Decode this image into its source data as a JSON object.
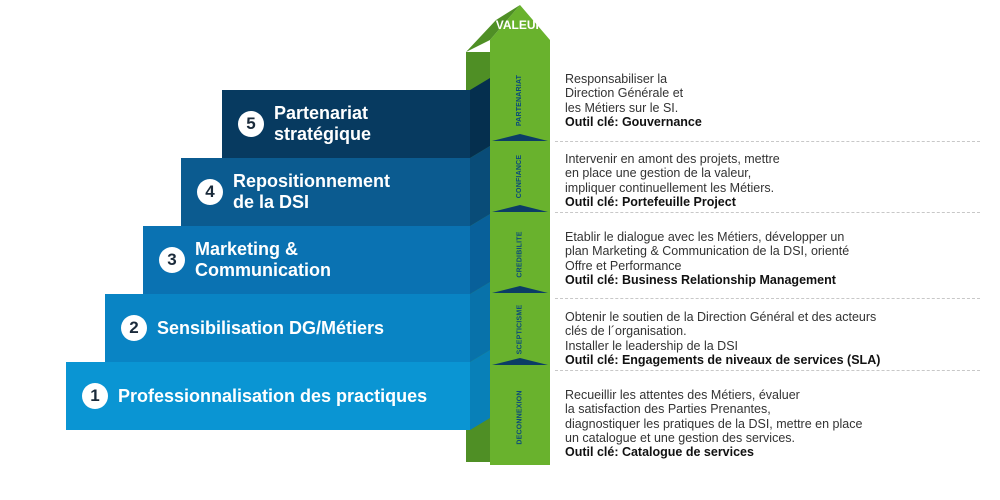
{
  "column": {
    "title": "VALEUR",
    "sections": [
      "PARTENARIAT",
      "CONFIANCE",
      "CREDIBILITE",
      "SCEPTICISME",
      "DECONNEXION"
    ]
  },
  "steps": [
    {
      "number": "5",
      "label": "Partenariat\nstratégique",
      "color": "#073a60"
    },
    {
      "number": "4",
      "label": "Repositionnement\nde la DSI",
      "color": "#0b5b90"
    },
    {
      "number": "3",
      "label": "Marketing &\nCommunication",
      "color": "#0a72b2"
    },
    {
      "number": "2",
      "label": "Sensibilisation DG/Métiers",
      "color": "#0984c4"
    },
    {
      "number": "1",
      "label": "Professionnalisation des practiques",
      "color": "#0a95d3"
    }
  ],
  "descriptions": [
    {
      "lines": [
        "Responsabiliser la",
        "Direction Générale et",
        "les Métiers sur le SI."
      ],
      "tool": "Outil clé: Gouvernance"
    },
    {
      "lines": [
        "Intervenir en amont des projets, mettre",
        "en place une gestion de la valeur,",
        "impliquer continuellement les Métiers."
      ],
      "tool": "Outil clé: Portefeuille Project"
    },
    {
      "lines": [
        "Etablir le dialogue avec les Métiers, développer un",
        "plan Marketing & Communication de la DSI, orienté",
        "Offre et Performance"
      ],
      "tool": "Outil clé: Business Relationship Management"
    },
    {
      "lines": [
        "Obtenir le soutien de la Direction Général et des acteurs",
        "clés de l´organisation.",
        "Installer le leadership de la DSI"
      ],
      "tool": "Outil clé: Engagements de niveaux de services (SLA)"
    },
    {
      "lines": [
        "Recueillir les attentes des Métiers, évaluer",
        "la satisfaction des Parties Prenantes,",
        "diagnostiquer les pratiques de la DSI, mettre en place",
        "un catalogue et une gestion des services."
      ],
      "tool": "Outil clé: Catalogue de services"
    }
  ]
}
